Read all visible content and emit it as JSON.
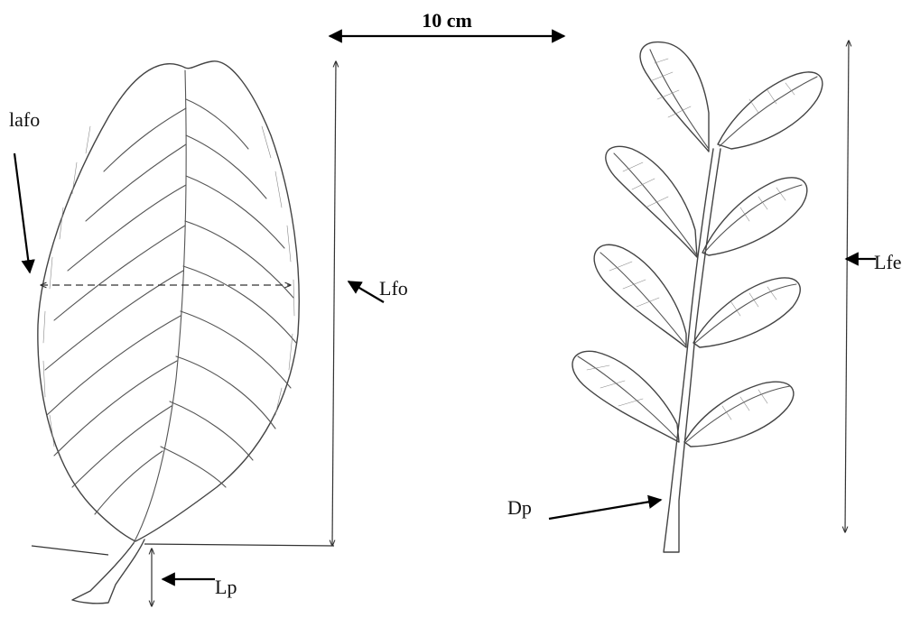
{
  "scale_bar": {
    "label": "10 cm"
  },
  "labels": {
    "lafo": "lafo",
    "Lfo": "Lfo",
    "Lp": "Lp",
    "Lfe": "Lfe",
    "Dp": "Dp"
  }
}
